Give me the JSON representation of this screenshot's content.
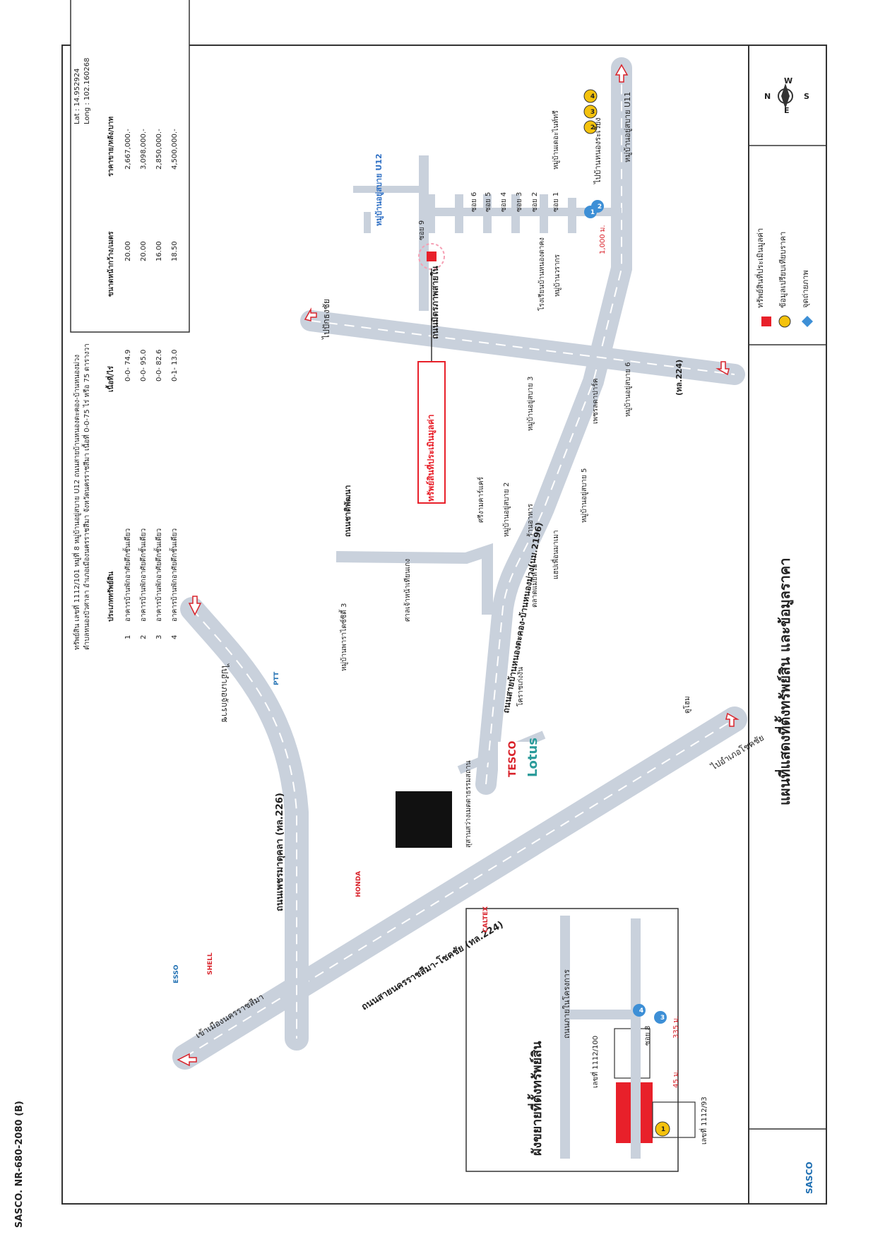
{
  "page_code": "SASCO. NR-680-2080 (B)",
  "map_title": "แผนที่แสดงที่ตั้งทรัพย์สิน และข้อมูลราคา",
  "inset_title": "ผังขยายที่ตั้งทรัพย์สิน",
  "brand": {
    "name": "SASCO",
    "color": "#1f6fb2"
  },
  "colors": {
    "road": "#c9d1dc",
    "road_dash": "#ffffff",
    "subject": "#e8202a",
    "comparable": "#f4c20d",
    "photo": "#3d8fd6",
    "label_blue": "#2e6fc4",
    "pin_box": "#e8202a",
    "accent_red": "#d9232b"
  },
  "property": {
    "description": "ทรัพย์สิน  เลขที่ 1112/101 หมู่ที่ 8  หมู่บ้านอยู่สบาย U12 ถนนสายบ้านหนองตะคอง-บ้านหนองม่วง",
    "location": "ตำบลหนองบัวศาลา อำเภอเมืองนครราชสีมา จังหวัดนครราชสีมา เนื้อที่ 0-0-75 ไร่ หรือ 75 ตารางวา",
    "lat": "Lat : 14.952924",
    "long": "Long : 102.160268"
  },
  "table": {
    "headers": [
      "",
      "ประเภททรัพย์สิน",
      "เนื้อที่/ไร่",
      "ขนาดหน้ากว้าง/เมตร",
      "ราคาขาย/หลัง/บาท"
    ],
    "rows": [
      {
        "no": "1",
        "type": "อาคารบ้านพักอาศัยตึกชั้นเดียว",
        "area": "0-0- 74.9",
        "frontage": "20.00",
        "price": "2,667,000.-"
      },
      {
        "no": "2",
        "type": "อาคารบ้านพักอาศัยตึกชั้นเดียว",
        "area": "0-0- 95.0",
        "frontage": "20.00",
        "price": "3,098,000.-"
      },
      {
        "no": "3",
        "type": "อาคารบ้านพักอาศัยตึกชั้นเดียว",
        "area": "0-0- 82.6",
        "frontage": "16.00",
        "price": "2,850,000.-"
      },
      {
        "no": "4",
        "type": "อาคารบ้านพักอาศัยตึกชั้นเดียว",
        "area": "0-1- 13.0",
        "frontage": "18.50",
        "price": "4,500,000.-"
      }
    ]
  },
  "legend": [
    {
      "icon": "red-square",
      "label": "ทรัพย์สินที่ประเมินมูลค่า"
    },
    {
      "icon": "yellow-circle",
      "label": "ข้อมูลเปรียบเทียบราคา"
    },
    {
      "icon": "blue-diamond",
      "label": "จุดถ่ายภาพ"
    }
  ],
  "compass": {
    "n": "N",
    "s": "S",
    "e": "E",
    "w": "W"
  },
  "roads": {
    "main_road": "ถนนสายนครราชสีมา-โชคชัย (ทล.224)",
    "phetmatukhla": "ถนนเพชรมาตุคลา (ทล.226)",
    "nongtakhong": "ถนนสายบ้านหนองตะคอง-บ้านหนองม่วง(นม.2196)",
    "ring": "ถนนมิตรภาพสายใน",
    "ring_code": "(ทล.224)",
    "chatphatthana": "ถนนชาติพัฒนา",
    "project_road": "ถนนภายในโครงการ"
  },
  "directions": {
    "to_city": "เข้าเมืองนครราชสีมา",
    "to_chakkarat": "ไปอำเภอจักราช",
    "to_chokchai": "ไปอำเภอโชคชัย",
    "to_pakthongchai": "ไปปักธงชัย",
    "to_nongrawiang": "ไปบ้านหนองระเวียง"
  },
  "labels": {
    "subject_pointer": "ทรัพย์สินที่ประเมินมูลค่า",
    "u12": "หมู่บ้านอยู่สบาย U12",
    "u11": "หมู่บ้านอยู่สบาย U11",
    "soi9": "ซอย 9",
    "soi6": "ซอย 6",
    "soi5": "ซอย 5",
    "soi4": "ซอย 4",
    "soi3": "ซอย 3",
    "soi2": "ซอย 2",
    "soi1": "ซอย 1",
    "village_2": "หมู่บ้านอยู่สบาย 2",
    "village_3": "หมู่บ้านอยู่สบาย 3",
    "village_5": "หมู่บ้านอยู่สบาย 5",
    "village_6": "หมู่บ้านอยู่สบาย 6",
    "village_city3": "หมู่บ้านพาราไดซ์ซิตี้ 3",
    "village_yoo": "หมู่บ้านเดอะไนท์ทรี",
    "village_varakorn": "หมู่บ้านวรากร",
    "school": "โรงเรียนบ้านหนองตาคง",
    "shrine": "ศาลเจ้าหน้าเทียนเกง",
    "siam": "ศรีงามคาร์แคร์",
    "market": "ตลาดแม่ยี่หวย",
    "restaurant": "ร้านอาหาร",
    "anonghen": "แฮปเพื่อนมาเมา",
    "petch": "เพชรลดาปาร์ค",
    "park": "สุสานสว่างเมตตาธรรมสถาน",
    "korat": "โคราชเก่งงัน",
    "tesco_1": "TESCO",
    "tesco_2": "Lotus",
    "dohome": "ดูโฮม",
    "honda": "HONDA",
    "esso": "ESSO",
    "shell": "SHELL",
    "caltex": "CALTEX",
    "ptt": "PTT",
    "dist_1000": "1,000 ม.",
    "soi8": "ซอย 8",
    "lot_1112_100": "เลขที่ 1112/100",
    "lot_1112": "เลขที่ 1112/93",
    "dist_45": "45 ม.",
    "dist_335": "335 ม."
  },
  "markers": {
    "m1": "1",
    "m2": "2",
    "m3": "3",
    "m4": "4"
  }
}
